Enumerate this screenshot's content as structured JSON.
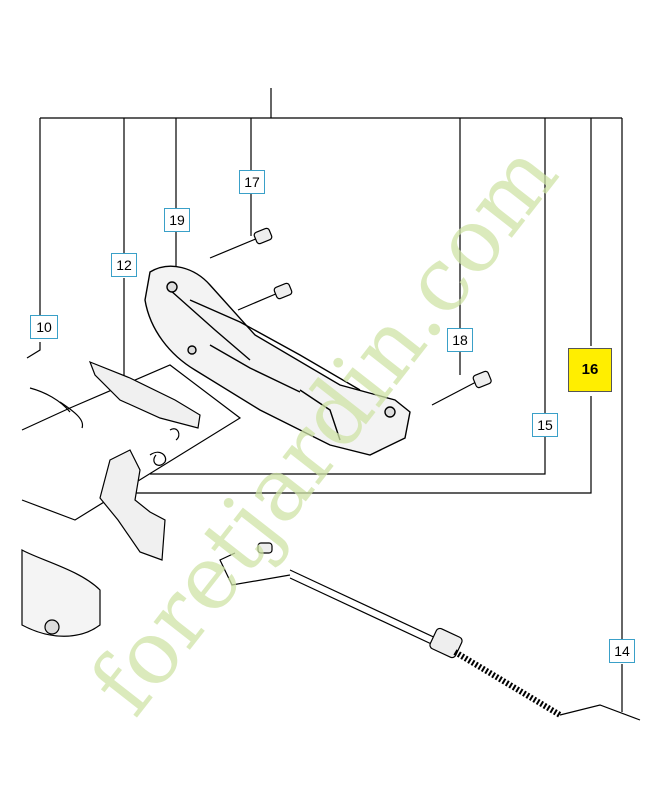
{
  "callouts": [
    {
      "id": "c17",
      "label": "17",
      "highlight": false
    },
    {
      "id": "c19",
      "label": "19",
      "highlight": false
    },
    {
      "id": "c12",
      "label": "12",
      "highlight": false
    },
    {
      "id": "c10",
      "label": "10",
      "highlight": false
    },
    {
      "id": "c18",
      "label": "18",
      "highlight": false
    },
    {
      "id": "c16",
      "label": "16",
      "highlight": true
    },
    {
      "id": "c15",
      "label": "15",
      "highlight": false
    },
    {
      "id": "c14",
      "label": "14",
      "highlight": false
    }
  ],
  "watermark": {
    "text": "foretjardin.com",
    "color": "#cfe4a6",
    "color2": "#c9c0b4"
  },
  "colors": {
    "line": "#000000",
    "callout_border": "#3aa0c8",
    "highlight": "#ffee00"
  }
}
